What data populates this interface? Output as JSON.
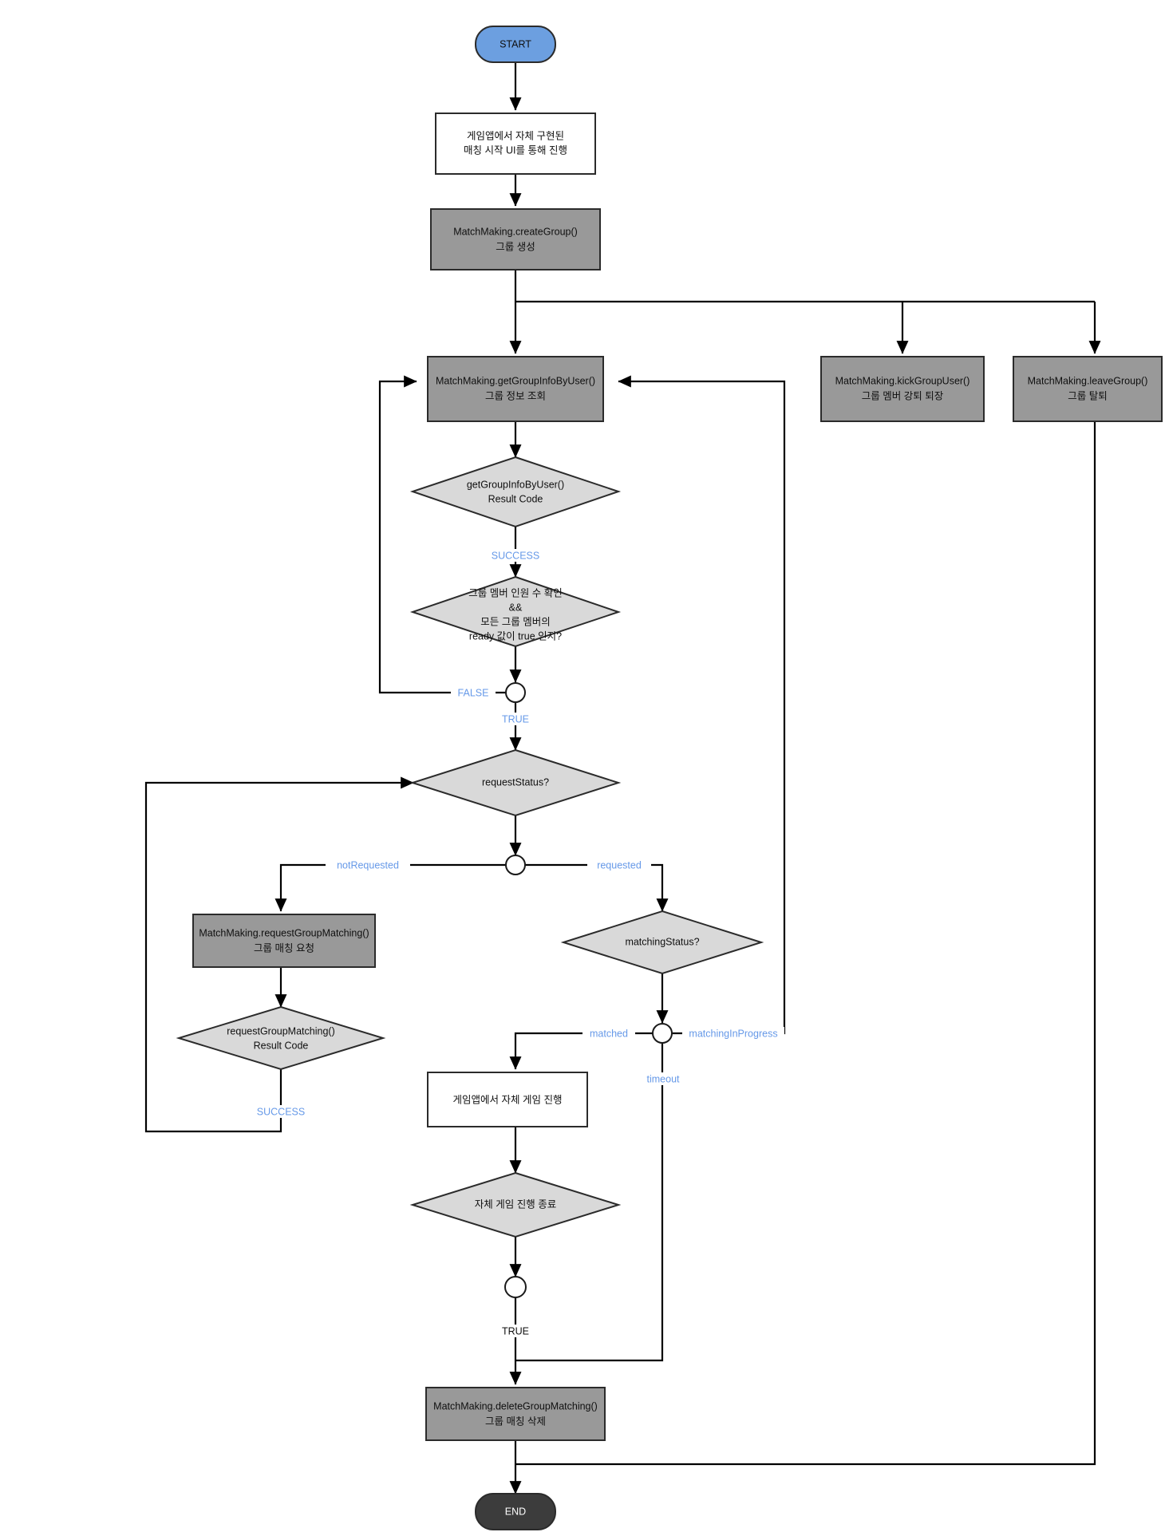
{
  "diagram": {
    "title": "MatchMaking Group Flow",
    "colors": {
      "start_fill": "#6c9fe0",
      "end_fill": "#3c3c3c",
      "process_gray_fill": "#999999",
      "process_white_fill": "#ffffff",
      "decision_fill": "#d9d9d9",
      "stroke": "#2b2b2b",
      "edge_label_blue": "#6699e8",
      "edge_label_dark": "#0f0f0f"
    },
    "nodes": [
      {
        "id": "start",
        "type": "terminator",
        "lines": [
          "START"
        ]
      },
      {
        "id": "game-ui",
        "type": "process",
        "lines": [
          "게임앱에서 자체 구현된",
          "매칭 시작 UI를 통해 진행"
        ]
      },
      {
        "id": "create-group",
        "type": "api",
        "lines": [
          "MatchMaking.createGroup()",
          "그룹 생성"
        ]
      },
      {
        "id": "get-group-info",
        "type": "api",
        "lines": [
          "MatchMaking.getGroupInfoByUser()",
          "그룹 정보 조회"
        ]
      },
      {
        "id": "kick-group-user",
        "type": "api",
        "lines": [
          "MatchMaking.kickGroupUser()",
          "그룹 멤버 강퇴 퇴장"
        ]
      },
      {
        "id": "leave-group",
        "type": "api",
        "lines": [
          "MatchMaking.leaveGroup()",
          "그룹 탈퇴"
        ]
      },
      {
        "id": "get-group-info-result",
        "type": "decision",
        "lines": [
          "getGroupInfoByUser()",
          "Result Code"
        ]
      },
      {
        "id": "ready-check",
        "type": "decision",
        "lines": [
          "그룹 멤버 인원 수 확인",
          "&&",
          "모든 그룹 멤버의",
          "ready 값이 true 인지?"
        ]
      },
      {
        "id": "request-status",
        "type": "decision",
        "lines": [
          "requestStatus?"
        ]
      },
      {
        "id": "request-group-matching",
        "type": "api",
        "lines": [
          "MatchMaking.requestGroupMatching()",
          "그룹 매칭 요청"
        ]
      },
      {
        "id": "request-group-matching-result",
        "type": "decision",
        "lines": [
          "requestGroupMatching()",
          "Result Code"
        ]
      },
      {
        "id": "matching-status",
        "type": "decision",
        "lines": [
          "matchingStatus?"
        ]
      },
      {
        "id": "play-game",
        "type": "process",
        "lines": [
          "게임앱에서 자체 게임 진행"
        ]
      },
      {
        "id": "game-finished",
        "type": "decision",
        "lines": [
          "자체 게임 진행 종료"
        ]
      },
      {
        "id": "delete-group-matching",
        "type": "api",
        "lines": [
          "MatchMaking.deleteGroupMatching()",
          "그룹 매칭 삭제"
        ]
      },
      {
        "id": "end",
        "type": "terminator",
        "lines": [
          "END"
        ]
      }
    ],
    "edge_labels": [
      {
        "id": "success-getinfo",
        "text": "SUCCESS",
        "color": "blue"
      },
      {
        "id": "false-ready",
        "text": "FALSE",
        "color": "blue"
      },
      {
        "id": "true-ready",
        "text": "TRUE",
        "color": "blue"
      },
      {
        "id": "not-requested",
        "text": "notRequested",
        "color": "blue"
      },
      {
        "id": "requested",
        "text": "requested",
        "color": "blue"
      },
      {
        "id": "success-requestmatching",
        "text": "SUCCESS",
        "color": "blue"
      },
      {
        "id": "matched",
        "text": "matched",
        "color": "blue"
      },
      {
        "id": "matching-in-progress",
        "text": "matchingInProgress",
        "color": "blue"
      },
      {
        "id": "timeout",
        "text": "timeout",
        "color": "blue"
      },
      {
        "id": "true-game-finished",
        "text": "TRUE",
        "color": "dark"
      }
    ]
  }
}
